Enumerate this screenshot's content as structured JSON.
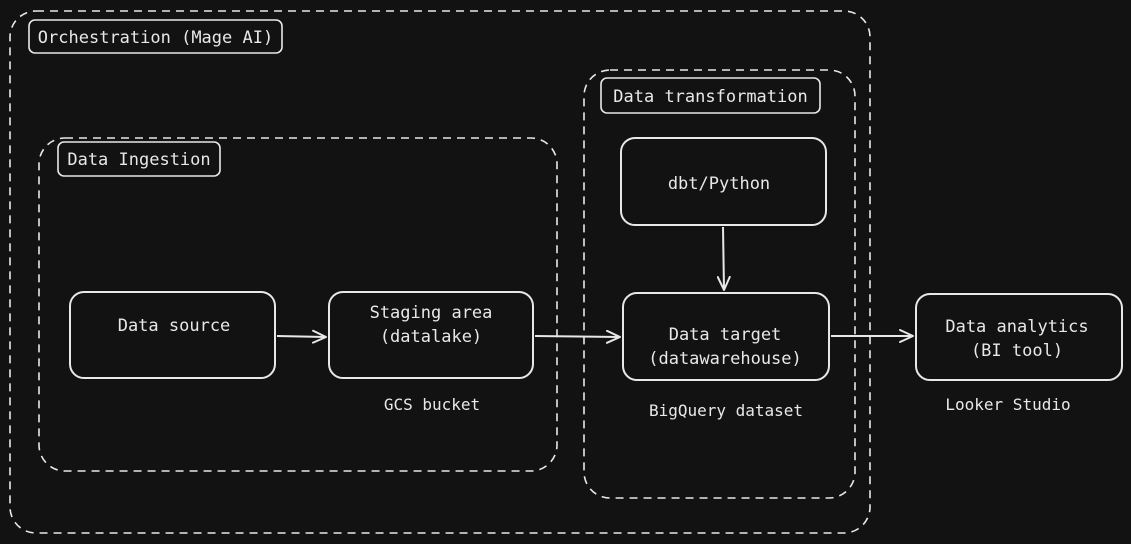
{
  "groups": {
    "orchestration": "Orchestration (Mage AI)",
    "ingestion": "Data Ingestion",
    "transformation": "Data transformation"
  },
  "nodes": {
    "data_source": [
      "Data source"
    ],
    "staging_area": [
      "Staging area",
      "(datalake)"
    ],
    "dbt_python": [
      "dbt/Python"
    ],
    "data_target": [
      "Data target",
      "(datawarehouse)"
    ],
    "data_analytics": [
      "Data analytics",
      "(BI tool)"
    ]
  },
  "captions": {
    "staging": "GCS bucket",
    "target": "BigQuery dataset",
    "analytics": "Looker Studio"
  },
  "colors": {
    "background": "#121212",
    "stroke": "#e8e8e8"
  }
}
